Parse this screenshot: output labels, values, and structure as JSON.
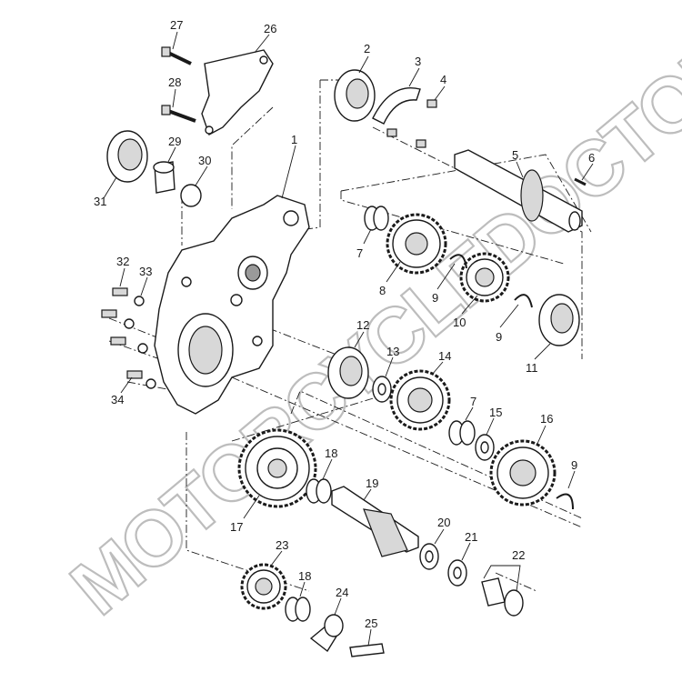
{
  "watermark": "MOTORCYCLEDOCTOR",
  "callouts": [
    {
      "id": "c1",
      "text": "1"
    },
    {
      "id": "c2",
      "text": "2"
    },
    {
      "id": "c3",
      "text": "3"
    },
    {
      "id": "c4",
      "text": "4"
    },
    {
      "id": "c5",
      "text": "5"
    },
    {
      "id": "c6",
      "text": "6"
    },
    {
      "id": "c7a",
      "text": "7"
    },
    {
      "id": "c7b",
      "text": "7"
    },
    {
      "id": "c8",
      "text": "8"
    },
    {
      "id": "c9a",
      "text": "9"
    },
    {
      "id": "c9b",
      "text": "9"
    },
    {
      "id": "c9c",
      "text": "9"
    },
    {
      "id": "c10",
      "text": "10"
    },
    {
      "id": "c11",
      "text": "11"
    },
    {
      "id": "c12",
      "text": "12"
    },
    {
      "id": "c13",
      "text": "13"
    },
    {
      "id": "c14",
      "text": "14"
    },
    {
      "id": "c15",
      "text": "15"
    },
    {
      "id": "c16",
      "text": "16"
    },
    {
      "id": "c17",
      "text": "17"
    },
    {
      "id": "c18a",
      "text": "18"
    },
    {
      "id": "c18b",
      "text": "18"
    },
    {
      "id": "c19",
      "text": "19"
    },
    {
      "id": "c20",
      "text": "20"
    },
    {
      "id": "c21",
      "text": "21"
    },
    {
      "id": "c22",
      "text": "22"
    },
    {
      "id": "c23",
      "text": "23"
    },
    {
      "id": "c24",
      "text": "24"
    },
    {
      "id": "c25",
      "text": "25"
    },
    {
      "id": "c26",
      "text": "26"
    },
    {
      "id": "c27",
      "text": "27"
    },
    {
      "id": "c28",
      "text": "28"
    },
    {
      "id": "c29",
      "text": "29"
    },
    {
      "id": "c30",
      "text": "30"
    },
    {
      "id": "c31",
      "text": "31"
    },
    {
      "id": "c32",
      "text": "32"
    },
    {
      "id": "c33",
      "text": "33"
    },
    {
      "id": "c34",
      "text": "34"
    }
  ]
}
